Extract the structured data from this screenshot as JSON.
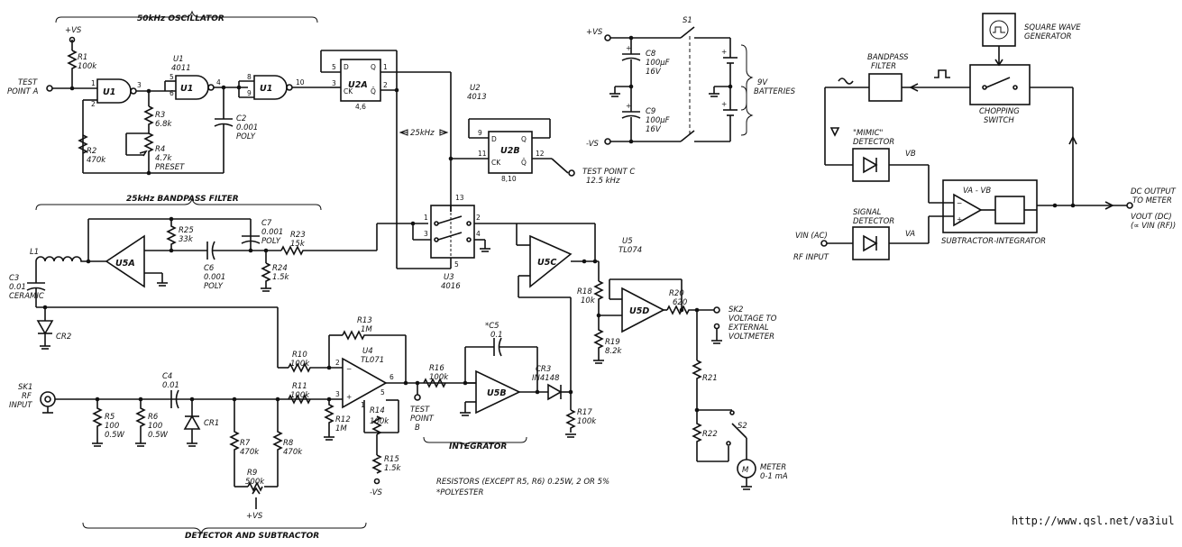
{
  "sections": {
    "oscillator": "50kHz OSCILLATOR",
    "bandpass": "25kHz BANDPASS FILTER",
    "detector": "DETECTOR AND SUBTRACTOR",
    "integrator": "INTEGRATOR"
  },
  "supply": {
    "vs_plus": "+VS",
    "vs_minus": "-VS"
  },
  "test_points": {
    "a": [
      "TEST",
      "POINT A"
    ],
    "b": [
      "TEST",
      "POINT",
      "B"
    ],
    "c": [
      "TEST POINT C",
      "12.5 kHz"
    ]
  },
  "freq_25": "25kHz",
  "ics": {
    "u1": [
      "U1",
      "4011"
    ],
    "u2": [
      "U2",
      "4013"
    ],
    "u2a": "U2A",
    "u2b": "U2B",
    "u3": [
      "U3",
      "4016"
    ],
    "u4": [
      "U4",
      "TL071"
    ],
    "u5": [
      "U5",
      "TL074"
    ],
    "u5a": "U5A",
    "u5b": "U5B",
    "u5c": "U5C",
    "u5d": "U5D"
  },
  "resistors": {
    "r1": [
      "R1",
      "100k"
    ],
    "r2": [
      "R2",
      "470k"
    ],
    "r3": [
      "R3",
      "6.8k"
    ],
    "r4": [
      "R4",
      "4.7k",
      "PRESET"
    ],
    "r5": [
      "R5",
      "100",
      "0.5W"
    ],
    "r6": [
      "R6",
      "100",
      "0.5W"
    ],
    "r7": [
      "R7",
      "470k"
    ],
    "r8": [
      "R8",
      "470k"
    ],
    "r9": [
      "R9",
      "500k"
    ],
    "r10": [
      "R10",
      "100k"
    ],
    "r11": [
      "R11",
      "100k"
    ],
    "r12": [
      "R12",
      "1M"
    ],
    "r13": [
      "R13",
      "1M"
    ],
    "r14": [
      "R14",
      "100k"
    ],
    "r15": [
      "R15",
      "1.5k"
    ],
    "r16": [
      "R16",
      "100k"
    ],
    "r17": [
      "R17",
      "100k"
    ],
    "r18": [
      "R18",
      "10k"
    ],
    "r19": [
      "R19",
      "8.2k"
    ],
    "r20": [
      "R20",
      "620"
    ],
    "r21": [
      "R21"
    ],
    "r22": [
      "R22"
    ],
    "r23": [
      "R23",
      "15k"
    ],
    "r24": [
      "R24",
      "1.5k"
    ],
    "r25": [
      "R25",
      "33k"
    ]
  },
  "capacitors": {
    "c2": [
      "C2",
      "0.001",
      "POLY"
    ],
    "c3": [
      "C3",
      "0.01",
      "CERAMIC"
    ],
    "c4": [
      "C4",
      "0.01"
    ],
    "c5": [
      "*C5",
      "0.1"
    ],
    "c6": [
      "C6",
      "0.001",
      "POLY"
    ],
    "c7": [
      "C7",
      "0.001",
      "POLY"
    ],
    "c8": [
      "C8",
      "100µF",
      "16V"
    ],
    "c9": [
      "C9",
      "100µF",
      "16V"
    ]
  },
  "diodes": {
    "cr1": "CR1",
    "cr2": "CR2",
    "cr3": [
      "CR3",
      "IN4148"
    ]
  },
  "misc": {
    "l1": "L1",
    "s1": "S1",
    "s2": "S2",
    "batteries": [
      "9V",
      "BATTERIES"
    ],
    "sk1": [
      "SK1",
      "RF",
      "INPUT"
    ],
    "sk2": [
      "SK2",
      "VOLTAGE TO",
      "EXTERNAL",
      "VOLTMETER"
    ],
    "meter": [
      "METER",
      "0-1 mA"
    ],
    "meter_symbol": "M",
    "notes": [
      "RESISTORS (EXCEPT R5, R6) 0.25W, 2 OR 5%",
      "*POLYESTER"
    ]
  },
  "block": {
    "square_wave": [
      "SQUARE WAVE",
      "GENERATOR"
    ],
    "bandpass": [
      "BANDPASS",
      "FILTER"
    ],
    "chopping": [
      "CHOPPING",
      "SWITCH"
    ],
    "mimic": [
      "\"MIMIC\"",
      "DETECTOR"
    ],
    "signal": [
      "SIGNAL",
      "DETECTOR"
    ],
    "subint": "SUBTRACTOR-INTEGRATOR",
    "va_vb": "VA - VB",
    "vb": "VB",
    "va": "VA",
    "vin": "VIN (AC)",
    "rf_input": "RF INPUT",
    "dc_out": [
      "DC OUTPUT",
      "TO METER"
    ],
    "vout": [
      "VOUT (DC)",
      "(∝ VIN (RF))"
    ]
  },
  "url": "http://www.qsl.net/va3iul"
}
